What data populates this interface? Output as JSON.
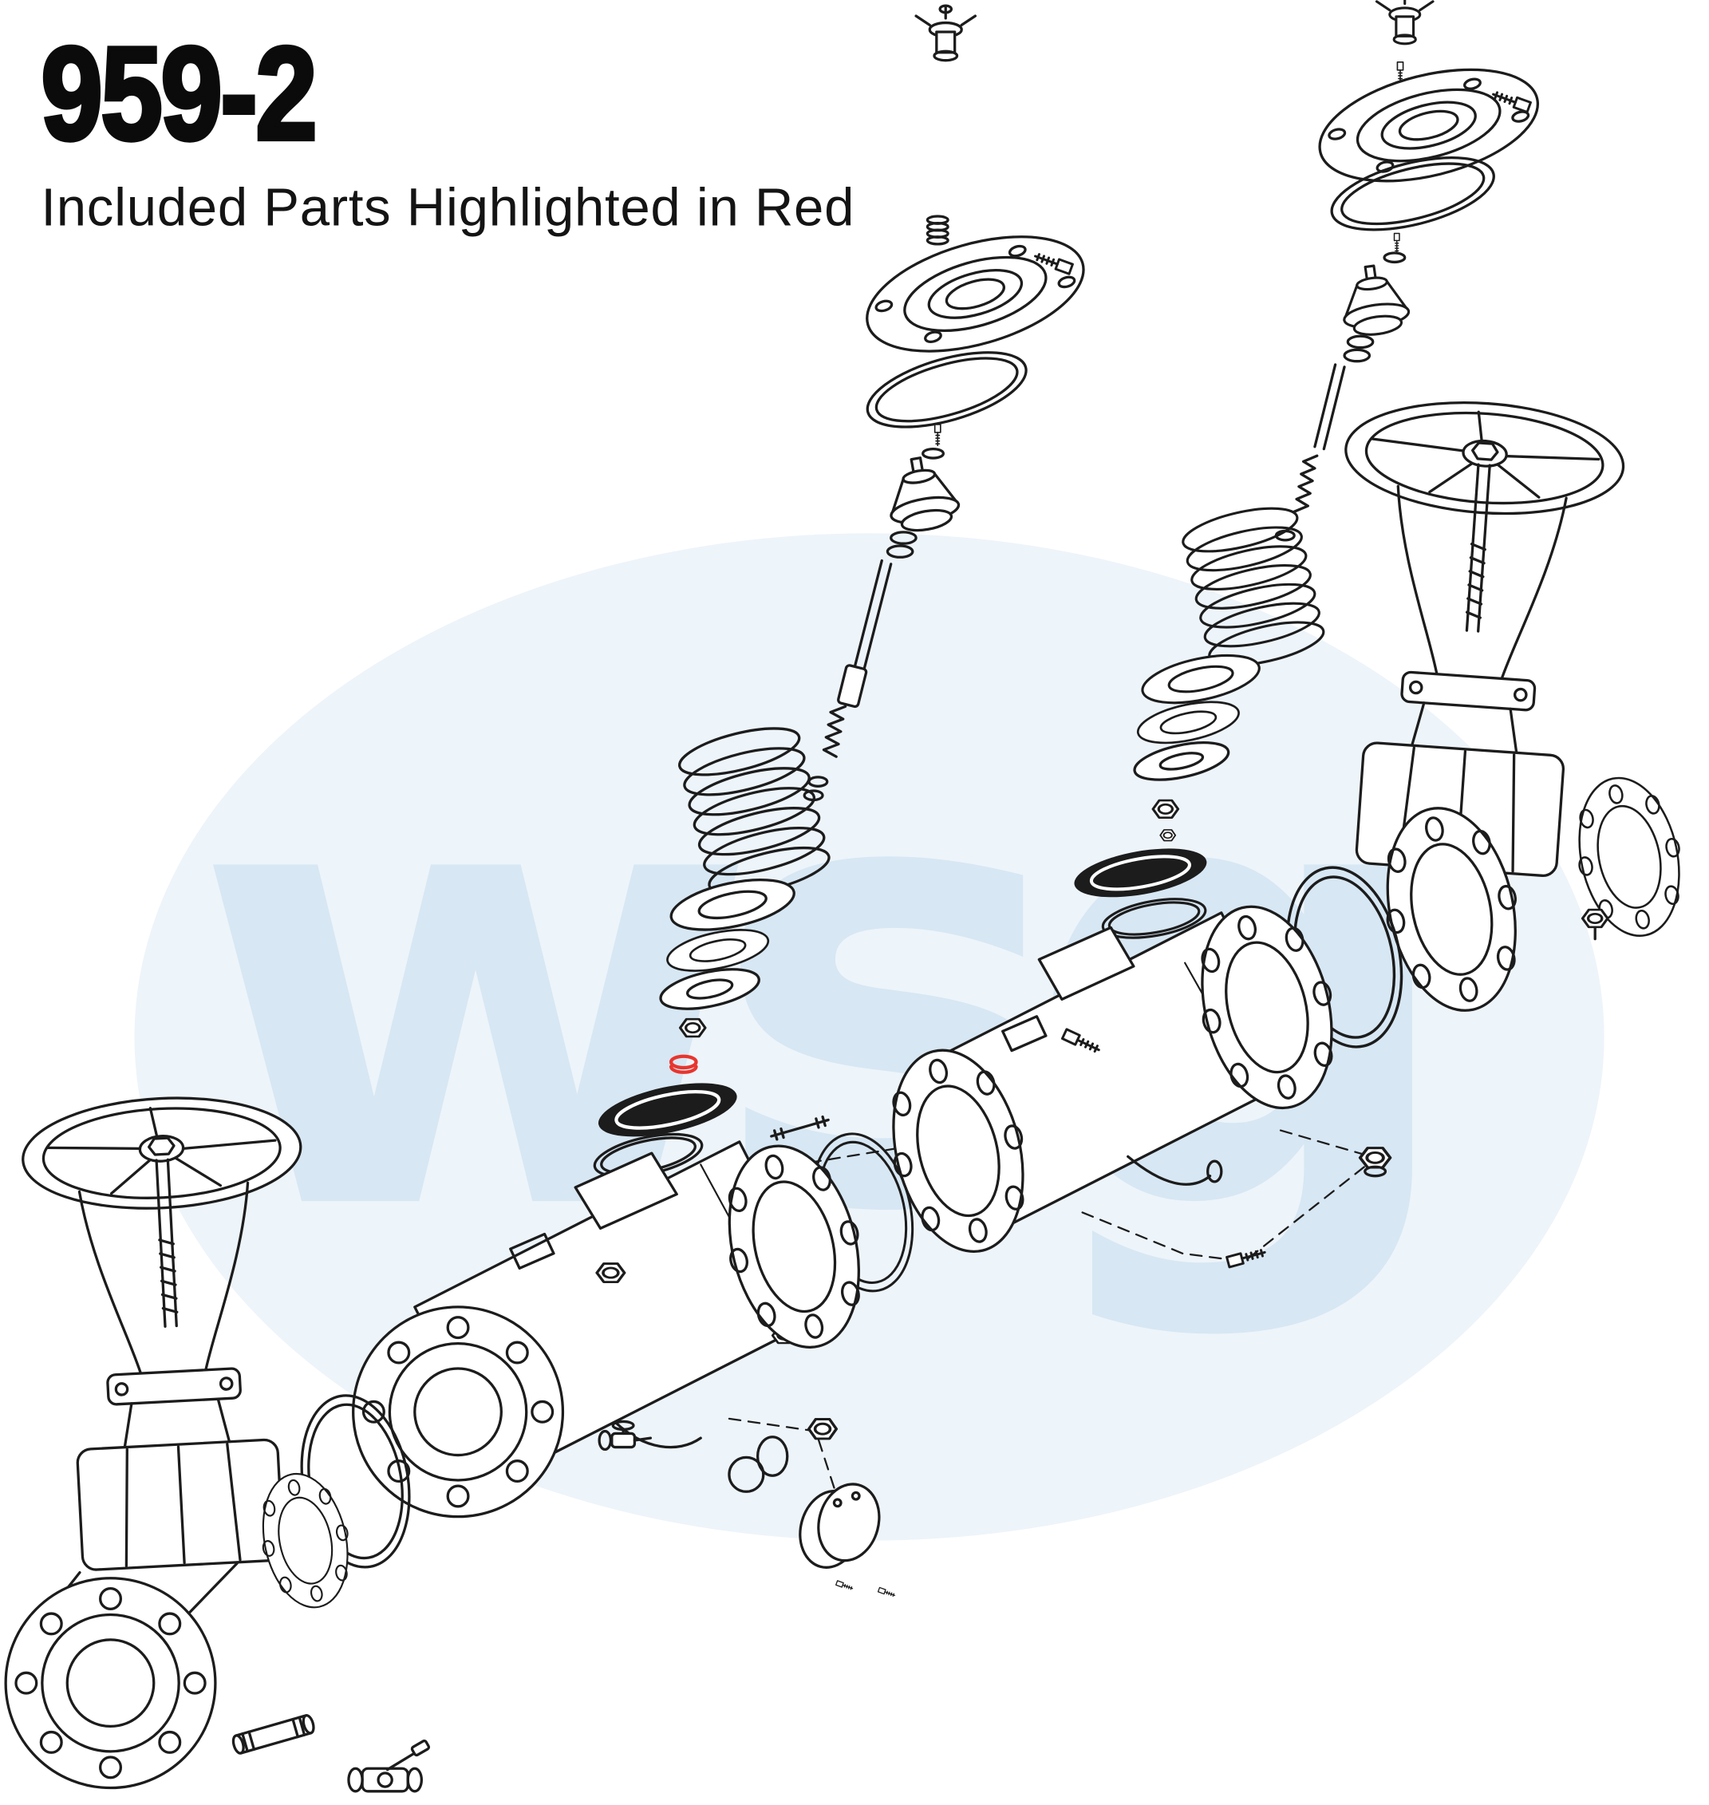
{
  "header": {
    "title": "959-2",
    "subtitle": "Included Parts Highlighted in Red"
  },
  "watermark": {
    "text": "WSG"
  },
  "colors": {
    "background": "#ffffff",
    "line_art": "#1c1c1c",
    "highlight_red": "#e8352e",
    "watermark_blob": "#edf4fa",
    "watermark_text": "#d7e7f3"
  },
  "diagram": {
    "type": "exploded-parts-diagram",
    "highlighted_parts": [
      "seat-gasket"
    ],
    "parts": [
      "hose-clamp",
      "bonnet-flange",
      "bonnet-gasket",
      "bonnet-bolt",
      "stem-spring",
      "stem-cone-guide",
      "valve-stem",
      "stem-coupler",
      "threaded-stem",
      "check-spring",
      "spring-washer",
      "diaphragm-disc",
      "stem-nut",
      "seat-gasket",
      "disc-handwheel",
      "retaining-ring",
      "check-valve-body-inlet",
      "check-valve-body-outlet",
      "outlet-flange",
      "inlet-flange",
      "flange-gasket",
      "flange-stud",
      "test-cock",
      "o-ring",
      "cover-plate",
      "cover-screw",
      "hex-bolt",
      "hex-plug",
      "gate-valve-left",
      "gate-valve-right",
      "gate-valve-handwheel",
      "pipe-nipple",
      "ball-valve"
    ]
  }
}
